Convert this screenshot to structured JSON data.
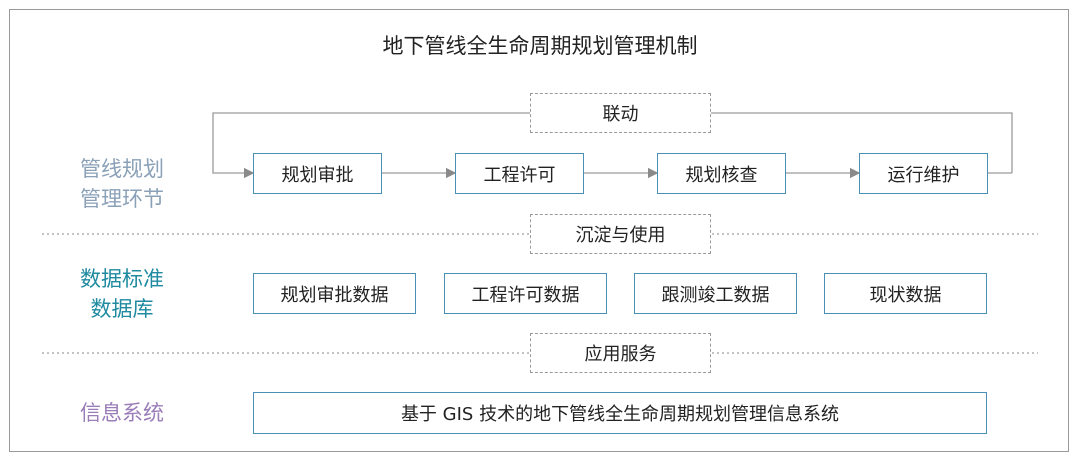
{
  "title": "地下管线全生命周期规划管理机制",
  "lanes": {
    "planning": {
      "label_line1": "管线规划",
      "label_line2": "管理环节"
    },
    "database": {
      "label_line1": "数据标准",
      "label_line2": "数据库"
    },
    "system": {
      "label": "信息系统"
    }
  },
  "connectors": {
    "linkage": "联动",
    "deposit": "沉淀与使用",
    "service": "应用服务"
  },
  "process_steps": [
    "规划审批",
    "工程许可",
    "规划核查",
    "运行维护"
  ],
  "data_items": [
    "规划审批数据",
    "工程许可数据",
    "跟测竣工数据",
    "现状数据"
  ],
  "system_name": "基于 GIS 技术的地下管线全生命周期规划管理信息系统",
  "colors": {
    "box_border": "#4a90b5",
    "lane_planning": "#8aa1b8",
    "lane_database": "#1f8aa0",
    "lane_system": "#9a7db8",
    "line_gray": "#9a9a9a"
  }
}
